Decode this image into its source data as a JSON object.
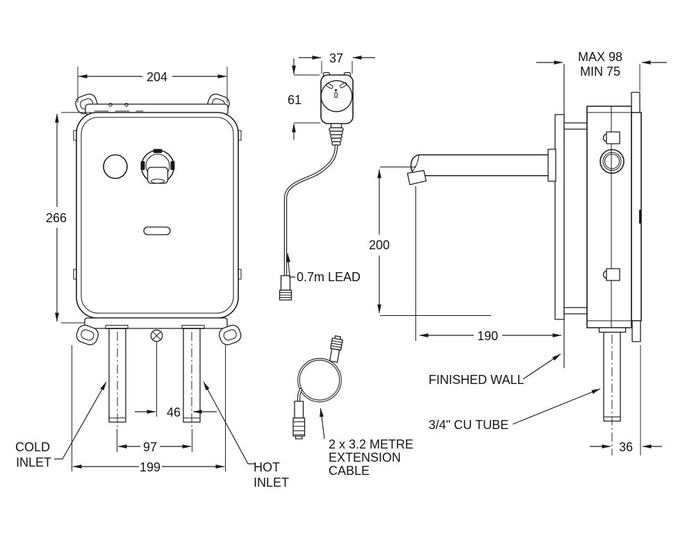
{
  "front_view": {
    "dim_plate_width": "204",
    "dim_body_height": "266",
    "dim_center_to_hot_inlet": "46",
    "dim_inlet_centers": "97",
    "dim_inlet_overall": "199",
    "cold_inlet_line1": "COLD",
    "cold_inlet_line2": "INLET",
    "hot_inlet_line1": "HOT",
    "hot_inlet_line2": "INLET"
  },
  "power_plug": {
    "dim_width": "37",
    "dim_height": "61",
    "lead_label": "0.7m LEAD"
  },
  "extension_cable": {
    "label_line1": "2 x 3.2 METRE",
    "label_line2": "EXTENSION",
    "label_line3": "CABLE"
  },
  "side_view": {
    "dim_wall_depth_max": "MAX 98",
    "dim_wall_depth_min": "MIN 75",
    "dim_spout_height": "200",
    "dim_spout_reach": "190",
    "dim_tube_offset": "36",
    "finished_wall_label": "FINISHED WALL",
    "cu_tube_label": "3/4\" CU TUBE"
  },
  "colors": {
    "line": "#1a1a1a",
    "background": "#ffffff"
  }
}
